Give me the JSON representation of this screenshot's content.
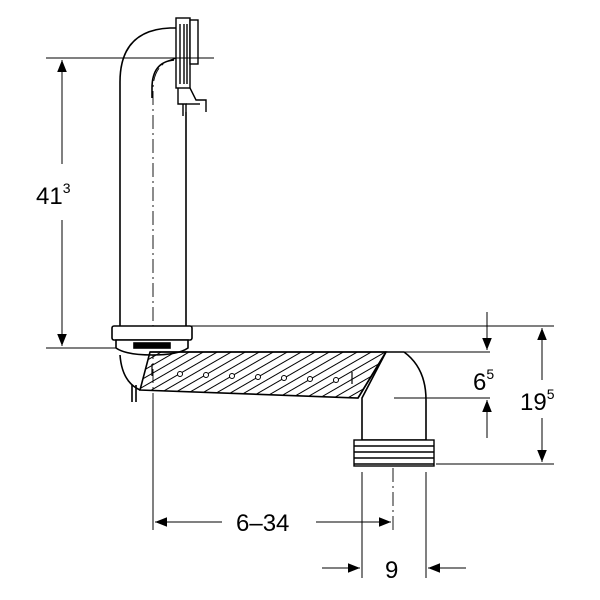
{
  "dimensions": {
    "height_main": {
      "base": "41",
      "sup": "3"
    },
    "offset_small": {
      "base": "6",
      "sup": "5"
    },
    "height_outlet": {
      "base": "19",
      "sup": "5"
    },
    "horizontal_range": "6–34",
    "outlet_offset": "9"
  },
  "colors": {
    "line": "#000000",
    "background": "#ffffff"
  }
}
